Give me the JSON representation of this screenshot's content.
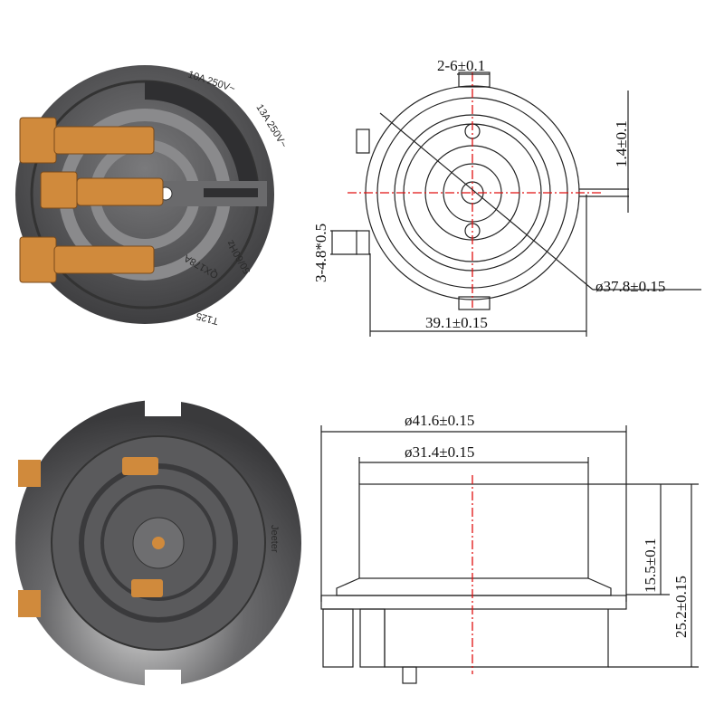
{
  "product_markings": {
    "rating_1": "10A 250V~",
    "rating_2": "13A 250V~",
    "frequency": "50/60Hz",
    "model": "QX178A",
    "temp": "T125",
    "logo": "Jeeter"
  },
  "top_view_dimensions": {
    "tab_width": "2-6±0.1",
    "tab_thickness": "1.4±0.1",
    "terminal_height": "3-4.8*0.5",
    "inner_diameter": "ø37.8±0.15",
    "overall_width": "39.1±0.15"
  },
  "side_view_dimensions": {
    "outer_diameter": "ø41.6±0.15",
    "top_diameter": "ø31.4±0.15",
    "cylinder_height": "15.5±0.1",
    "total_height": "25.2±0.15"
  },
  "colors": {
    "body": "#5a5a5c",
    "terminals": "#d08a3c",
    "centerline": "#e01010"
  }
}
